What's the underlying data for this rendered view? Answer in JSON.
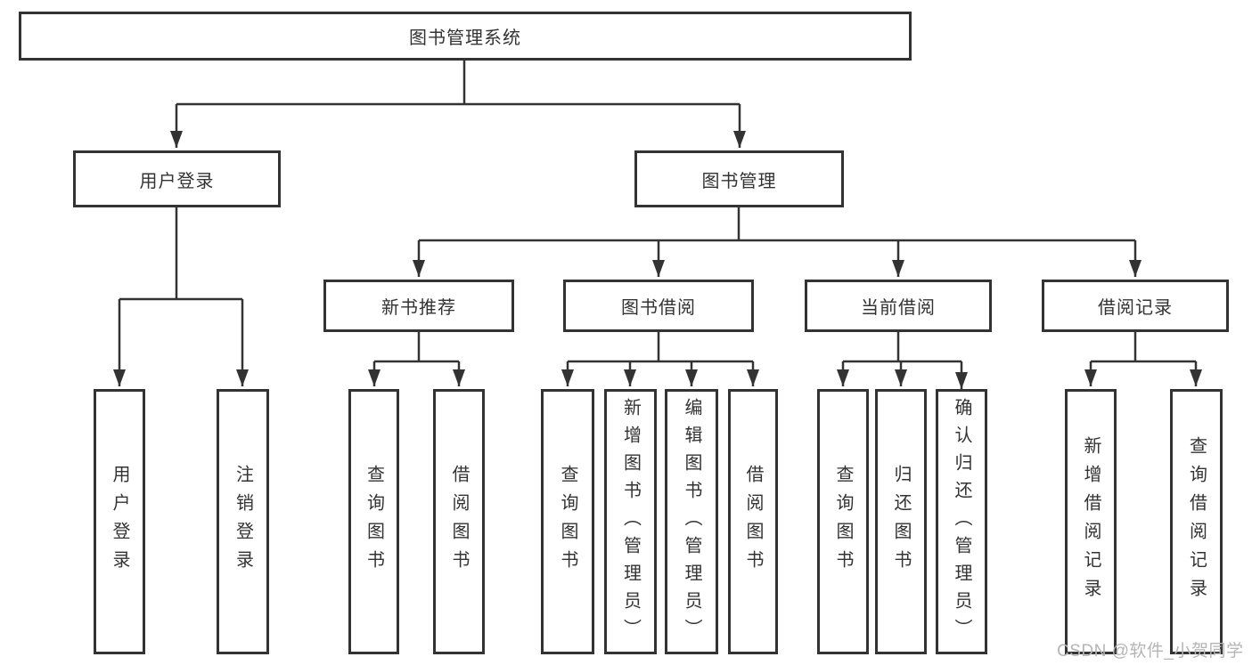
{
  "tree": {
    "label": "图书管理系统",
    "children": [
      {
        "label": "用户登录",
        "children": [
          {
            "label": "用户登录"
          },
          {
            "label": "注销登录"
          }
        ]
      },
      {
        "label": "图书管理",
        "children": [
          {
            "label": "新书推荐",
            "children": [
              {
                "label": "查询图书"
              },
              {
                "label": "借阅图书"
              }
            ]
          },
          {
            "label": "图书借阅",
            "children": [
              {
                "label": "查询图书"
              },
              {
                "label": "新增图书（管理员）"
              },
              {
                "label": "编辑图书（管理员）"
              },
              {
                "label": "借阅图书"
              }
            ]
          },
          {
            "label": "当前借阅",
            "children": [
              {
                "label": "查询图书"
              },
              {
                "label": "归还图书"
              },
              {
                "label": "确认归还（管理员）"
              }
            ]
          },
          {
            "label": "借阅记录",
            "children": [
              {
                "label": "新增借阅记录"
              },
              {
                "label": "查询借阅记录"
              }
            ]
          }
        ]
      }
    ]
  },
  "watermark": {
    "text": "CSDN @软件_小贺同学"
  },
  "colors": {
    "line": "#333333",
    "box_border": "#333333",
    "text": "#333333",
    "watermark": "#b5b5b5",
    "background": "#ffffff"
  }
}
